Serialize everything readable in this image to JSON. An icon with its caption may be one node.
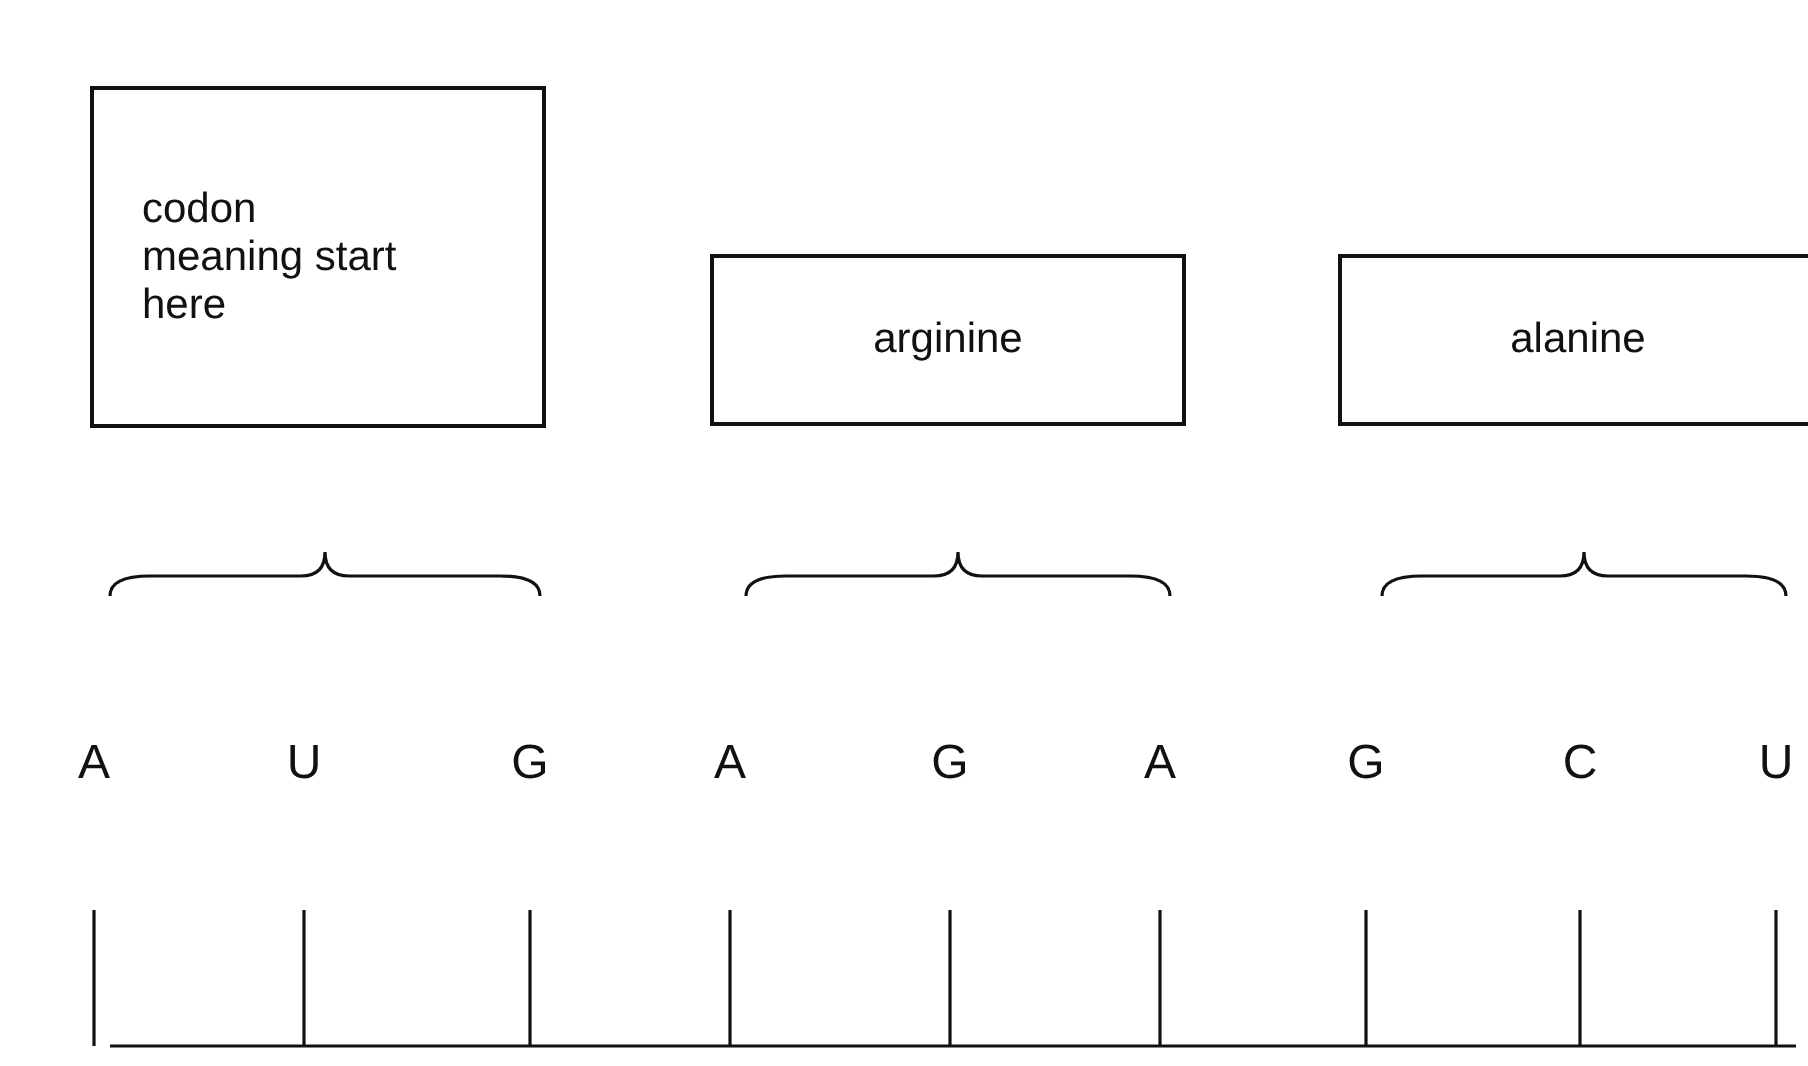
{
  "diagram": {
    "nodes": [
      {
        "text": [
          "codon meaning start here"
        ]
      },
      {
        "text": [
          "arginine"
        ]
      },
      {
        "text": [
          "alanine"
        ]
      }
    ],
    "labels": [
      "A",
      "U",
      "G",
      "A",
      "G",
      "A",
      "G",
      "C",
      "U"
    ]
  }
}
